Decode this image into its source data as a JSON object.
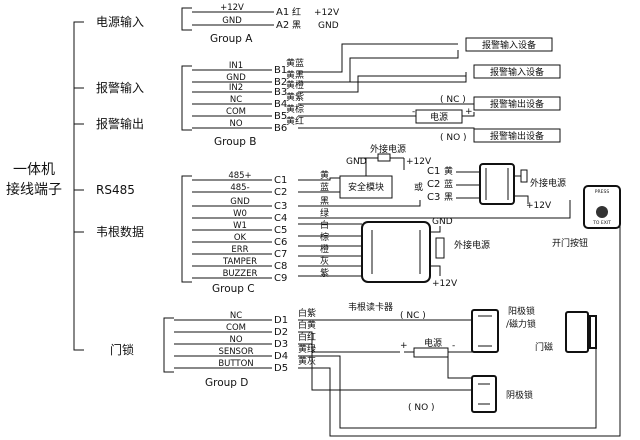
{
  "terminal": {
    "line1": "一体机",
    "line2": "接线端子"
  },
  "groups": {
    "power": {
      "section": "电源输入",
      "name": "Group A"
    },
    "alarm_in": {
      "section": "报警输入"
    },
    "alarm_out": {
      "section": "报警输出",
      "name": "Group B"
    },
    "rs485": {
      "section": "RS485"
    },
    "wiegand": {
      "section": "韦根数据",
      "name": "Group C"
    },
    "lock": {
      "section": "门锁",
      "name": "Group D"
    }
  },
  "pins_a": [
    {
      "label": "+12V",
      "code": "A1",
      "color": "红",
      "target": "+12V"
    },
    {
      "label": "GND",
      "code": "A2",
      "color": "黑",
      "target": "GND"
    }
  ],
  "pins_b": [
    {
      "label": "IN1",
      "code": "B1",
      "color": "黄蓝"
    },
    {
      "label": "GND",
      "code": "B2",
      "color": "黄黑"
    },
    {
      "label": "IN2",
      "code": "B3",
      "color": "黄橙"
    },
    {
      "label": "NC",
      "code": "B4",
      "color": "黄紫"
    },
    {
      "label": "COM",
      "code": "B5",
      "color": "黄棕"
    },
    {
      "label": "NO",
      "code": "B6",
      "color": "黄红"
    }
  ],
  "pins_c": [
    {
      "label": "485+",
      "code": "C1",
      "color": "黄"
    },
    {
      "label": "485-",
      "code": "C2",
      "color": "蓝"
    },
    {
      "label": "GND",
      "code": "C3",
      "color": "黑"
    },
    {
      "label": "W0",
      "code": "C4",
      "color": "绿"
    },
    {
      "label": "W1",
      "code": "C5",
      "color": "白"
    },
    {
      "label": "OK",
      "code": "C6",
      "color": "棕"
    },
    {
      "label": "ERR",
      "code": "C7",
      "color": "橙"
    },
    {
      "label": "TAMPER",
      "code": "C8",
      "color": "灰"
    },
    {
      "label": "BUZZER",
      "code": "C9",
      "color": "紫"
    }
  ],
  "pins_d": [
    {
      "label": "NC",
      "code": "D1",
      "color": "白紫"
    },
    {
      "label": "COM",
      "code": "D2",
      "color": "白黄"
    },
    {
      "label": "NO",
      "code": "D3",
      "color": "白红"
    },
    {
      "label": "SENSOR",
      "code": "D4",
      "color": "黄绿"
    },
    {
      "label": "BUTTON",
      "code": "D5",
      "color": "黄灰"
    }
  ],
  "devices": {
    "alarm_in_1": "报警输入设备",
    "alarm_in_2": "报警输入设备",
    "alarm_out_1": "报警输出设备",
    "alarm_out_2": "报警输出设备",
    "power_box": "电源",
    "nc": "( NC )",
    "no": "( NO )",
    "security_module": "安全模块",
    "or": "或",
    "ext_power": "外接电源",
    "gnd": "GND",
    "plus12v": "+12V",
    "rs485_pins": [
      "C1",
      "C2",
      "C3"
    ],
    "rs485_colors": [
      "黄",
      "蓝",
      "黑"
    ],
    "wiegand_ext_power": "外接电源",
    "wiegand_reader": "韦根读卡器",
    "exit_button": "开门按钮",
    "button_top": "PRESS",
    "button_bottom": "TO EXIT",
    "anode_lock_1": "阳极锁",
    "anode_lock_2": "/磁力锁",
    "door_sensor": "门磁",
    "lock_power": "电源",
    "cathode_lock": "阴极锁",
    "plus": "+",
    "minus": "-"
  }
}
